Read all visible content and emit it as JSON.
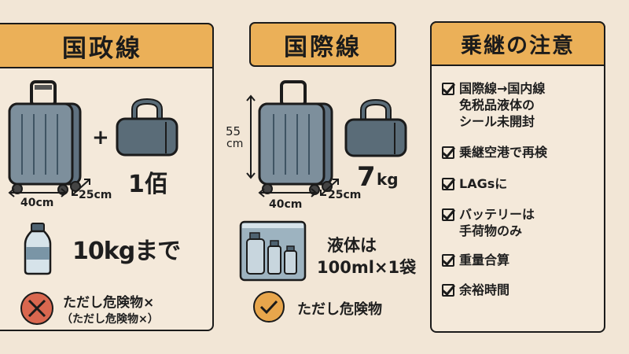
{
  "colors": {
    "background": "#f2e6d6",
    "header": "#ebb058",
    "suitcase": "#7d8f9c",
    "bag": "#5a6c78",
    "no_icon": "#d9674f",
    "ok_icon": "#e8a64c",
    "outline": "#1b1b1b"
  },
  "domestic": {
    "title": "国政線",
    "width_label": "40cm",
    "depth_label": "25cm",
    "plus": "+",
    "count_label": "1佰",
    "bottle_icon": "bottle-icon",
    "weight_label": "10kgまで",
    "prohibited_icon": "x-circle-icon",
    "prohibited_line1": "ただし危険物×",
    "prohibited_line2": "（ただし危険物×）"
  },
  "international": {
    "title": "国際線",
    "height_label_1": "55",
    "height_label_2": "cm",
    "width_label": "40cm",
    "depth_label": "25cm",
    "weight_label_num": "7",
    "weight_label_unit": "kg",
    "liquid_bag_icon": "liquid-bag-icon",
    "liquid_line1": "液体は",
    "liquid_line2": "100ml×1袋",
    "ok_icon": "check-circle-icon",
    "ok_label": "ただし危険物"
  },
  "transfer": {
    "title": "乗継の注意",
    "items": [
      {
        "label": "国際線→国内線\n免税品液体の\nシール未開封"
      },
      {
        "label": "乗継空港で再検"
      },
      {
        "label": "LAGsに"
      },
      {
        "label": "バッテリーは\n手荷物のみ"
      },
      {
        "label": "重量合算"
      },
      {
        "label": "余裕時間"
      }
    ]
  }
}
